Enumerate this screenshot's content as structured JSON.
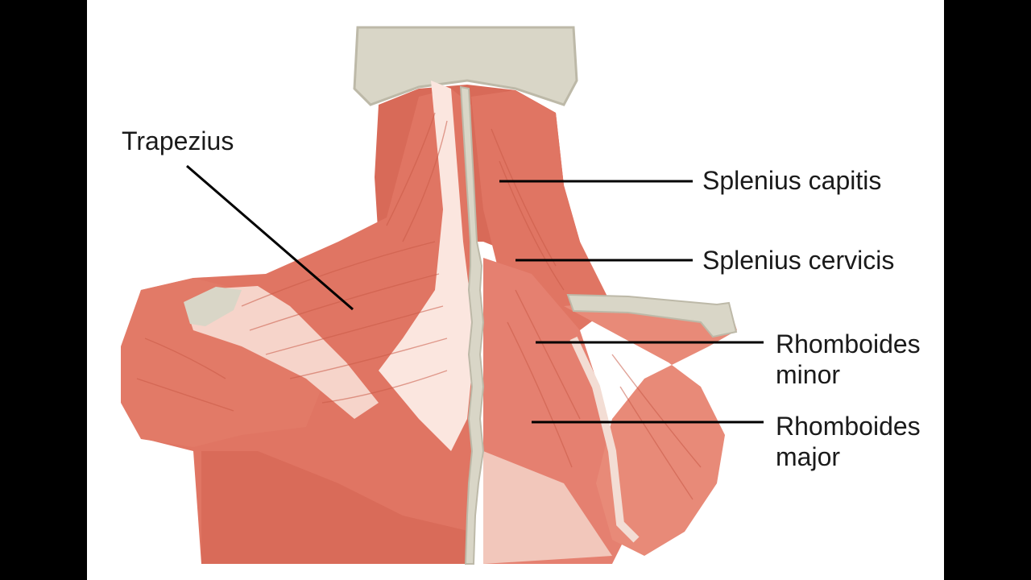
{
  "diagram": {
    "labels": {
      "trapezius": "Trapezius",
      "splenius_capitis": "Splenius capitis",
      "splenius_cervicis": "Splenius cervicis",
      "rhomboides_minor": "Rhomboides\nminor",
      "rhomboides_major": "Rhomboides\nmajor"
    },
    "colors": {
      "muscle": "#e07563",
      "muscle_dark": "#c95a47",
      "muscle_light": "#ee9a88",
      "tendon": "#fbe6df",
      "bone": "#d9d6c7",
      "bone_shadow": "#bdb9a8",
      "leader_line": "#000000",
      "background": "#ffffff",
      "frame": "#000000"
    }
  }
}
